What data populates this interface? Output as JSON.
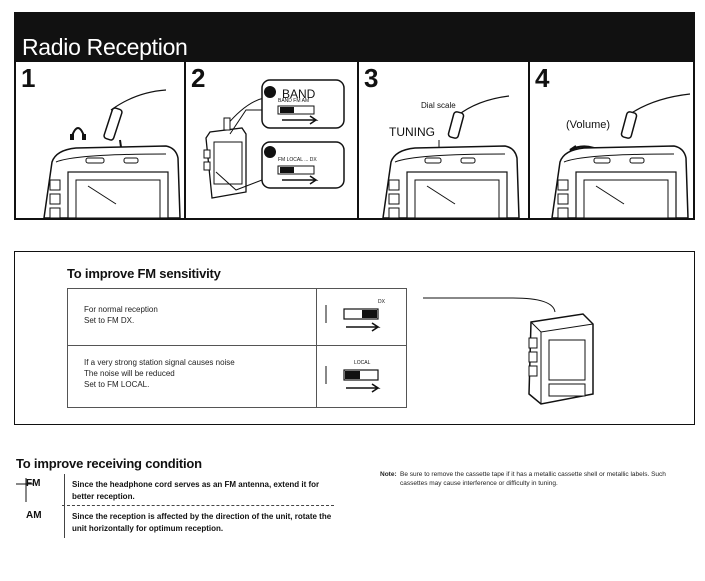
{
  "page": {
    "title": "Radio Reception"
  },
  "steps": [
    {
      "number": "1"
    },
    {
      "number": "2",
      "band_label": "BAND",
      "band_small": "BAND  FM  AM",
      "fm_small": "FM LOCAL ... DX"
    },
    {
      "number": "3",
      "dial_scale": "Dial scale",
      "tuning": "TUNING"
    },
    {
      "number": "4",
      "volume": "(Volume)"
    }
  ],
  "fm_sensitivity": {
    "title": "To improve FM sensitivity",
    "rows": [
      {
        "lines": [
          "For normal reception",
          "Set to FM DX."
        ],
        "switch_label": "DX"
      },
      {
        "lines": [
          "If a very strong station signal causes noise",
          "The noise will be reduced",
          "Set to FM LOCAL."
        ],
        "switch_label": "LOCAL"
      }
    ]
  },
  "receiving": {
    "title": "To improve receiving condition",
    "rows": [
      {
        "band": "FM",
        "text": "Since the headphone cord serves as an FM antenna, extend it for better reception."
      },
      {
        "band": "AM",
        "text": "Since the reception is affected by the direction of the unit, rotate the unit horizontally for optimum reception."
      }
    ]
  },
  "note": {
    "label": "Note:",
    "text": "Be sure to remove the cassette tape if it has a metallic cassette shell or metallic labels. Such cassettes may cause interference or difficulty in tuning."
  }
}
